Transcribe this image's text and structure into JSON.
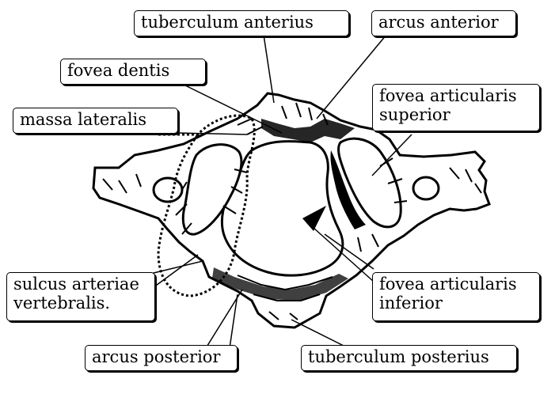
{
  "labels": {
    "tuberculum_anterius": "tuberculum anterius",
    "arcus_anterior": "arcus anterior",
    "fovea_dentis": "fovea dentis",
    "massa_lateralis": "massa lateralis",
    "fovea_articularis_superior_1": "fovea articularis",
    "fovea_articularis_superior_2": "superior",
    "sulcus_arteriae_1": "sulcus arteriae",
    "sulcus_arteriae_2": "vertebralis.",
    "fovea_articularis_inferior_1": "fovea articularis",
    "fovea_articularis_inferior_2": "inferior",
    "arcus_posterior": "arcus posterior",
    "tuberculum_posterius": "tuberculum posterius"
  },
  "colors": {
    "ink": "#000000",
    "paper": "#ffffff"
  }
}
